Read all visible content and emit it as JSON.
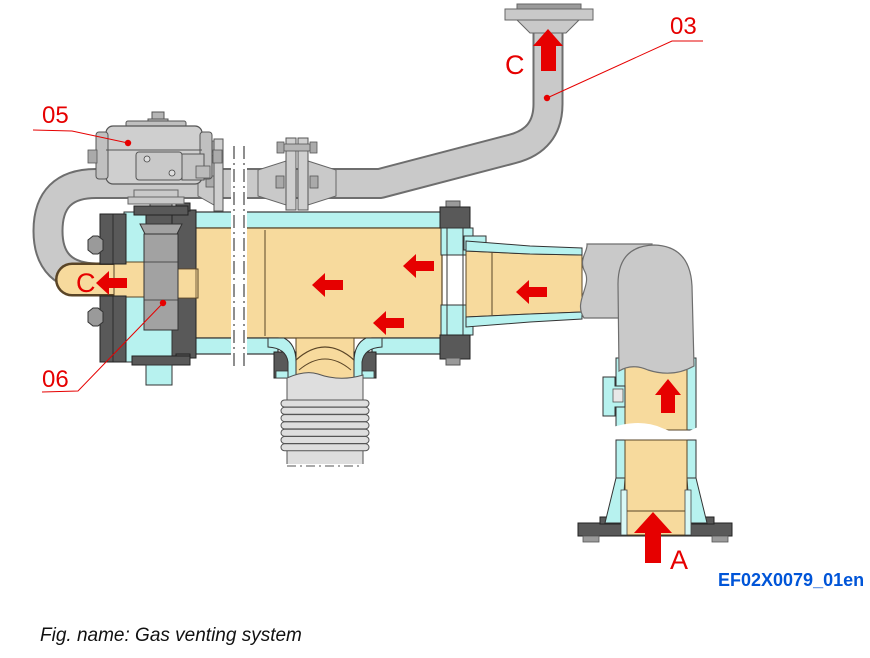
{
  "figure": {
    "caption": "Fig. name: Gas venting system",
    "drawing_code": "EF02X0079_01en"
  },
  "callouts": {
    "c05": "05",
    "c03": "03",
    "c06": "06"
  },
  "flow_labels": {
    "vent_top": "C",
    "vent_left": "C",
    "inlet_bottom": "A"
  },
  "flow_arrows": [
    {
      "id": "vent-outlet-up",
      "direction": "up",
      "location": "top vent pipe outlet"
    },
    {
      "id": "valve-outlet-left",
      "direction": "left",
      "location": "valve outlet mouth"
    },
    {
      "id": "vessel-flow-left-1",
      "direction": "left",
      "location": "vessel center"
    },
    {
      "id": "vessel-flow-left-2",
      "direction": "left",
      "location": "vessel right upper"
    },
    {
      "id": "vessel-flow-left-3",
      "direction": "left",
      "location": "vessel lower"
    },
    {
      "id": "reducer-flow-left",
      "direction": "left",
      "location": "reducer throat"
    },
    {
      "id": "riser-flow-up",
      "direction": "up",
      "location": "right riser pipe"
    },
    {
      "id": "inlet-up",
      "direction": "up",
      "location": "bottom inlet A"
    }
  ],
  "colors": {
    "flow_fill": "#F7DA9D",
    "pipe_wall_cyan": "#B7F2EF",
    "pipe_gray": "#C9C9C9",
    "dark_metal": "#595959",
    "arrow_red": "#E60000",
    "code_blue": "#0055D8"
  }
}
